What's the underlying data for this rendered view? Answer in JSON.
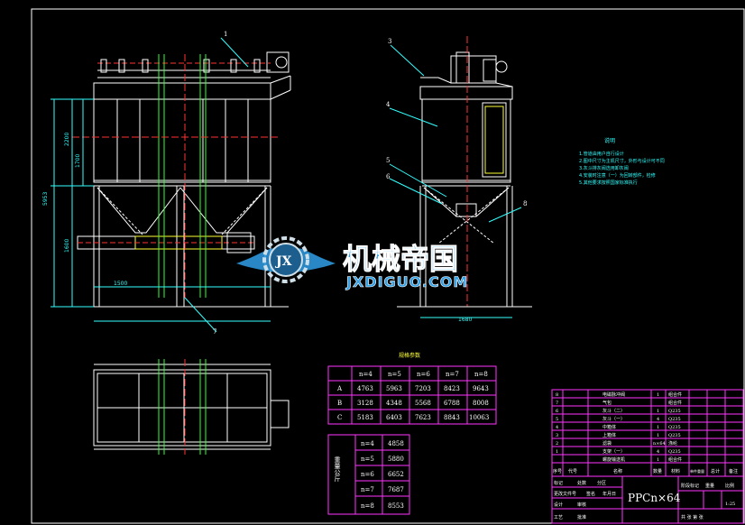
{
  "drawing": {
    "title_block_model": "PPCn×64",
    "table_caption": "规格参数"
  },
  "notes": {
    "title": "说明",
    "lines": [
      "1.管道由用户自行设计",
      "2.图中尺寸为主机尺寸，外形与设计可不同",
      "3.灰斗排灰阀选用卸灰阀",
      "4.安装时注意（一）为回转部件，检修",
      "5.其他要求按照国家标准执行"
    ]
  },
  "callouts": [
    "1",
    "3",
    "4",
    "5",
    "6",
    "7",
    "8"
  ],
  "dims": {
    "left_height": "5953",
    "seg1": "2200",
    "seg2": "1700",
    "seg3": "1600",
    "base": "1500",
    "right_width": "1680"
  },
  "main_table": {
    "headers": [
      "n=4",
      "n=5",
      "n=6",
      "n=7",
      "n=8"
    ],
    "rows": [
      {
        "label": "A",
        "values": [
          "4763",
          "5963",
          "7203",
          "8423",
          "9643"
        ]
      },
      {
        "label": "B",
        "values": [
          "3128",
          "4348",
          "5568",
          "6788",
          "8008"
        ]
      },
      {
        "label": "C",
        "values": [
          "5183",
          "6403",
          "7623",
          "8843",
          "10063"
        ]
      }
    ]
  },
  "weight_table": {
    "side_label": "重量公斤",
    "rows": [
      {
        "n": "n=4",
        "w": "4858"
      },
      {
        "n": "n=5",
        "w": "5880"
      },
      {
        "n": "n=6",
        "w": "6652"
      },
      {
        "n": "n=7",
        "w": "7687"
      },
      {
        "n": "n=8",
        "w": "8553"
      }
    ]
  },
  "parts_list": {
    "rows": [
      {
        "no": "8",
        "name": "电磁脉冲阀",
        "qty": "1",
        "mat": "组合件"
      },
      {
        "no": "7",
        "name": "气包",
        "qty": "",
        "mat": "组合件"
      },
      {
        "no": "6",
        "name": "灰斗（二）",
        "qty": "1",
        "mat": "Q235"
      },
      {
        "no": "5",
        "name": "灰斗（一）",
        "qty": "4",
        "mat": "Q235"
      },
      {
        "no": "4",
        "name": "中箱体",
        "qty": "1",
        "mat": "Q235"
      },
      {
        "no": "3",
        "name": "上箱体",
        "qty": "1",
        "mat": "Q235"
      },
      {
        "no": "2",
        "name": "滤袋",
        "qty": "n×64",
        "mat": "涤纶"
      },
      {
        "no": "1",
        "name": "支架（一）",
        "qty": "4",
        "mat": "Q235"
      },
      {
        "no": "",
        "name": "螺旋输送机",
        "qty": "1",
        "mat": "组合件"
      }
    ],
    "header": [
      "序号",
      "代号",
      "名称",
      "数量",
      "材料",
      "单件重量",
      "总计",
      "备注"
    ]
  },
  "title_block": {
    "labels": [
      "标记",
      "处数",
      "分区",
      "更改文件号",
      "签名",
      "年月日"
    ],
    "roles": [
      "设计",
      "审核",
      "工艺",
      "批准"
    ],
    "stage_labels": [
      "阶段标记",
      "重量",
      "比例"
    ],
    "scale": "1:25",
    "sheet": "共 张 第 张"
  },
  "watermark": {
    "cn": "机械帝国",
    "en": "JXDIGUO.COM",
    "badge": "JX"
  },
  "colors": {
    "background": "#000000",
    "frame": "#ffffff",
    "structure": "#ffffff",
    "dims": "#33ffff",
    "center": "#ff3333",
    "support": "#33ff33",
    "table": "#ff33ff",
    "notes": "#33ffff",
    "logo": "#2f9fe6"
  }
}
